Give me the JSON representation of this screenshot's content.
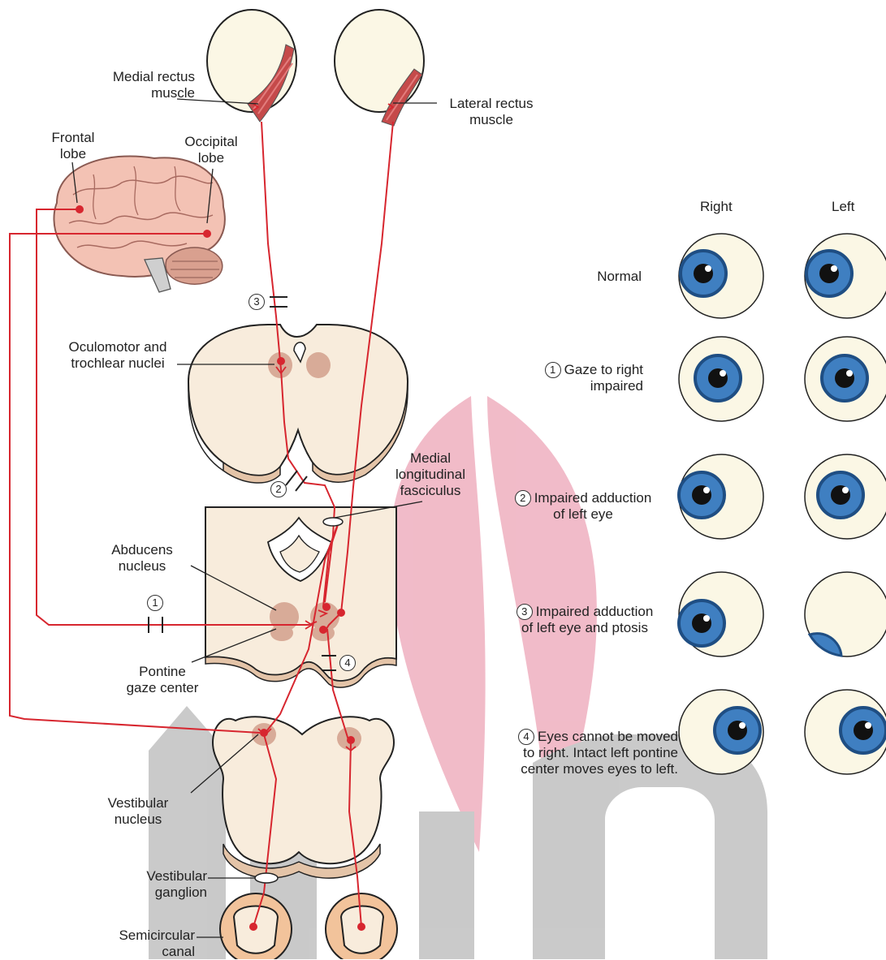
{
  "labels": {
    "medial_rectus": [
      "Medial rectus",
      "muscle"
    ],
    "lateral_rectus": [
      "Lateral rectus",
      "muscle"
    ],
    "frontal_lobe": [
      "Frontal",
      "lobe"
    ],
    "occipital_lobe": [
      "Occipital",
      "lobe"
    ],
    "oculomotor_nuclei": [
      "Oculomotor and",
      "trochlear nuclei"
    ],
    "mlf": [
      "Medial",
      "longitudinal",
      "fasciculus"
    ],
    "abducens": [
      "Abducens",
      "nucleus"
    ],
    "pontine_gaze": [
      "Pontine",
      "gaze center"
    ],
    "vestibular_nucleus": [
      "Vestibular",
      "nucleus"
    ],
    "vestibular_ganglion": [
      "Vestibular",
      "ganglion"
    ],
    "semicircular_canal": [
      "Semicircular",
      "canal"
    ]
  },
  "lesion_markers": [
    "1",
    "2",
    "3",
    "4"
  ],
  "eye_table": {
    "col_right": "Right",
    "col_left": "Left",
    "rows": [
      {
        "marker": "",
        "lines": [
          "Normal"
        ]
      },
      {
        "marker": "1",
        "lines": [
          "Gaze to right",
          "impaired"
        ]
      },
      {
        "marker": "2",
        "lines": [
          "Impaired adduction",
          "of left eye"
        ]
      },
      {
        "marker": "3",
        "lines": [
          "Impaired adduction",
          "of left eye and ptosis"
        ]
      },
      {
        "marker": "4",
        "lines": [
          "Eyes cannot be moved",
          "to right.  Intact left pontine",
          "center moves eyes to left."
        ]
      }
    ]
  },
  "colors": {
    "pathway": "#d7262f",
    "tissue": "#f8ecdc",
    "tissue_edge": "#e4c4a8",
    "nucleus": "#d8ab98",
    "iris": "#3f7fc1",
    "iris_ring": "#1f4e83",
    "sclera": "#fbf7e5",
    "watermark_pink": "#f0b4c3",
    "watermark_gray": "#bdbdbd"
  }
}
